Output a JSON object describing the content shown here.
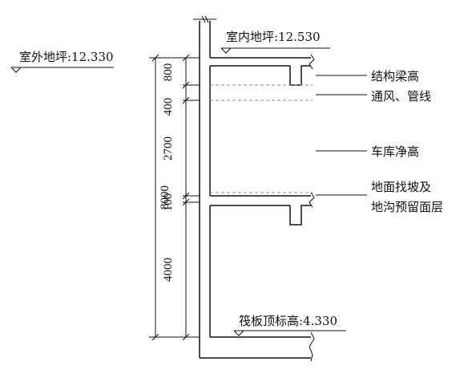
{
  "elevations": {
    "outdoor": "室外地坪:12.330",
    "indoor": "室内地坪:12.530",
    "raft_top": "筏板顶标高:4.330"
  },
  "callouts": {
    "beam_height": "结构梁高",
    "ventilation": "通风、管线",
    "garage_clear_height": "车库净高",
    "floor_slope": "地面找坡及",
    "trench_reserve": "地沟预留面层"
  },
  "dimensions": {
    "total": "8000",
    "beam": "800",
    "vent": "400",
    "clear": "2700",
    "slope": "100",
    "lower": "4000"
  }
}
